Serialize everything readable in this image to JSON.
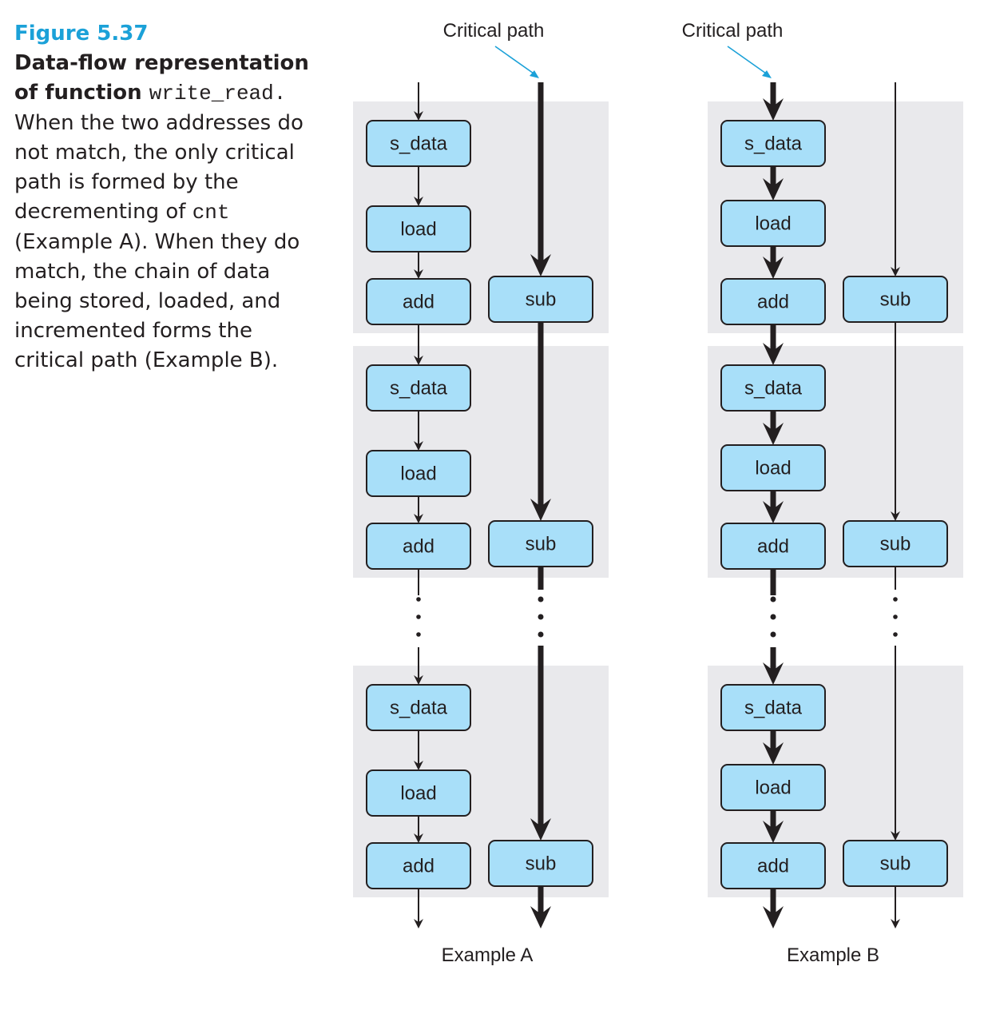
{
  "caption": {
    "figure_label": "Figure 5.37",
    "title_part1": "Data-flow representation of function ",
    "title_code": "write_read",
    "title_end": ".",
    "body_part1": " When the two addresses do not match, the only critical path is formed by the decrementing of ",
    "body_code": "cnt",
    "body_part2": " (Example A). When they do match, the chain of data being stored, loaded, and incremented forms the critical path (Example B)."
  },
  "examples": [
    {
      "id": "A",
      "critical_label": "Critical path",
      "example_label": "Example A",
      "critical_column": "sub",
      "groups": [
        {
          "nodes": [
            "s_data",
            "load",
            "add",
            "sub"
          ]
        },
        {
          "nodes": [
            "s_data",
            "load",
            "add",
            "sub"
          ]
        },
        {
          "nodes": [
            "s_data",
            "load",
            "add",
            "sub"
          ]
        }
      ]
    },
    {
      "id": "B",
      "critical_label": "Critical path",
      "example_label": "Example B",
      "critical_column": "data",
      "groups": [
        {
          "nodes": [
            "s_data",
            "load",
            "add",
            "sub"
          ]
        },
        {
          "nodes": [
            "s_data",
            "load",
            "add",
            "sub"
          ]
        },
        {
          "nodes": [
            "s_data",
            "load",
            "add",
            "sub"
          ]
        }
      ]
    }
  ],
  "colors": {
    "figure_label": "#1ba1d8",
    "node_fill": "#a8dff9",
    "group_background": "#e9e9ec",
    "critical_pointer": "#1ba1d8",
    "ink": "#231f20"
  }
}
